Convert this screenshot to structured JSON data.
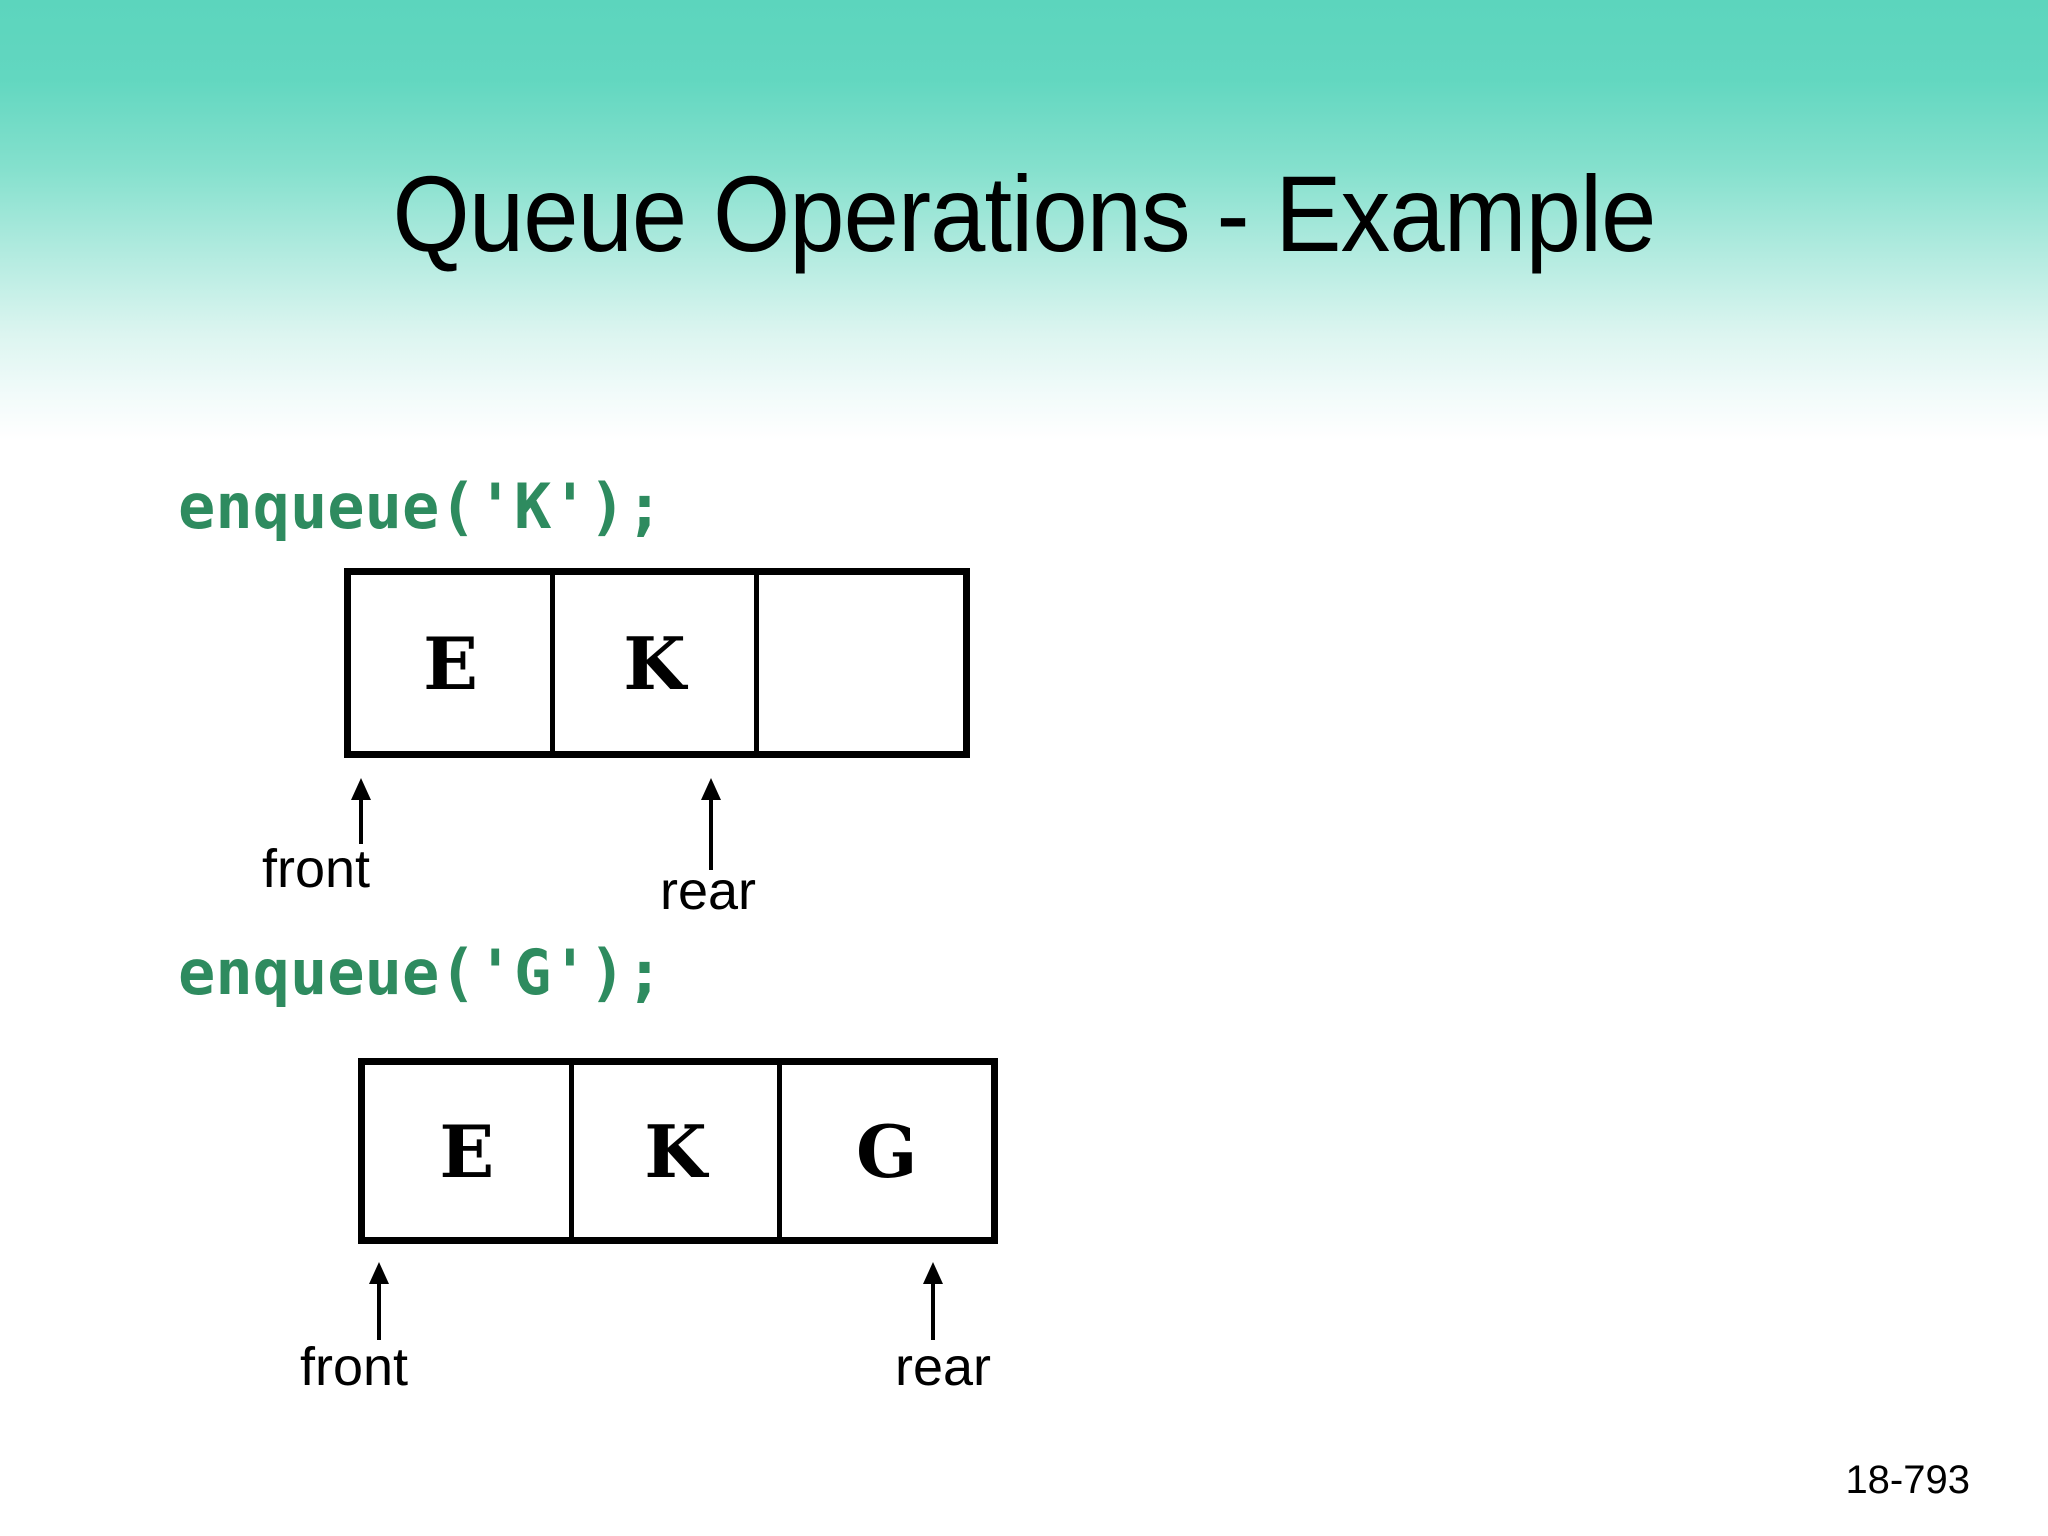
{
  "slide": {
    "title": "Queue Operations - Example",
    "page_number": "18-793",
    "background_color": "#ffffff",
    "gradient_top_color": "#5cd5bd",
    "gradient_bottom_color": "#ffffff",
    "code_color": "#2e8b5f",
    "ink_color": "#000000"
  },
  "steps": [
    {
      "code": "enqueue('K');",
      "cells": [
        "E",
        "K",
        ""
      ],
      "pointers": {
        "front": {
          "label": "front",
          "cell_index": 0
        },
        "rear": {
          "label": "rear",
          "cell_index": 1
        }
      }
    },
    {
      "code": "enqueue('G');",
      "cells": [
        "E",
        "K",
        "G"
      ],
      "pointers": {
        "front": {
          "label": "front",
          "cell_index": 0
        },
        "rear": {
          "label": "rear",
          "cell_index": 2
        }
      }
    }
  ]
}
